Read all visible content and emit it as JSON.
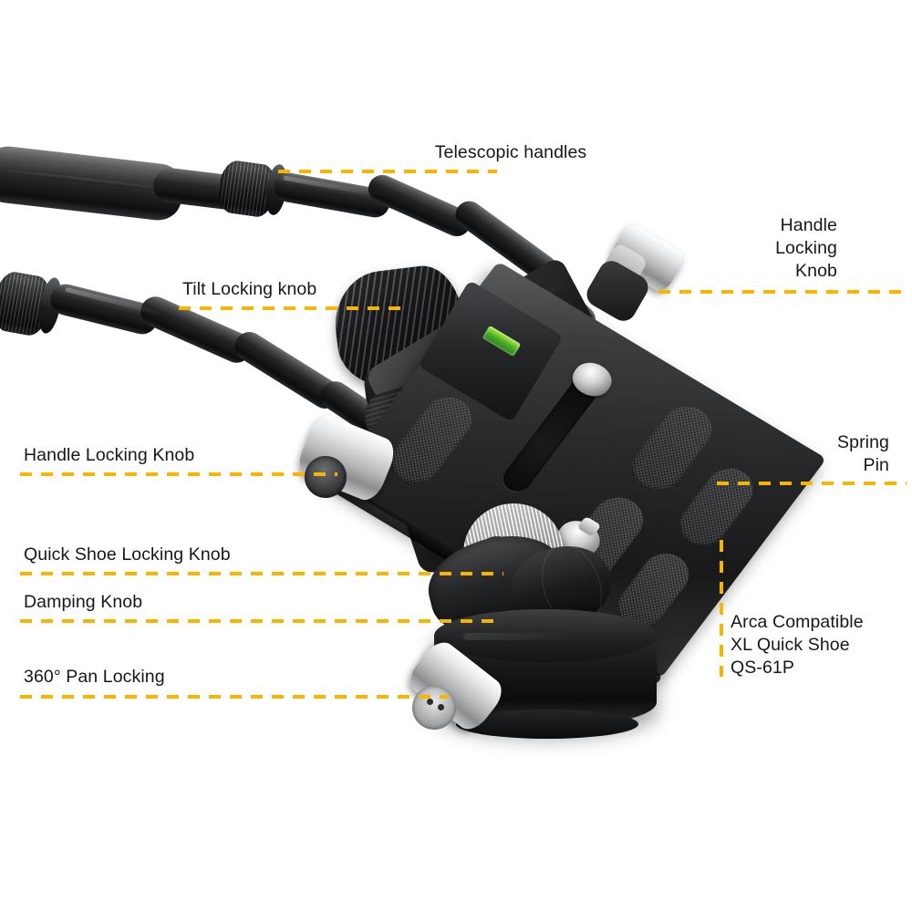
{
  "diagram": {
    "title": "Video Fluid Head — Annotated Parts Diagram",
    "accent_color": "#F7B500",
    "text_color": "#171717",
    "background_color": "#FFFFFF"
  },
  "callouts": [
    {
      "id": "telescopic-handles",
      "text": "Telescopic handles",
      "align": "center",
      "leader": "horizontal"
    },
    {
      "id": "handle-locking-knob-top",
      "text": "Handle\nLocking\nKnob",
      "align": "right",
      "leader": "horizontal"
    },
    {
      "id": "tilt-locking-knob",
      "text": "Tilt Locking knob",
      "align": "left",
      "leader": "horizontal"
    },
    {
      "id": "handle-locking-knob-left",
      "text": "Handle Locking Knob",
      "align": "left",
      "leader": "horizontal"
    },
    {
      "id": "spring-pin",
      "text": "Spring\nPin",
      "align": "right",
      "leader": "horizontal"
    },
    {
      "id": "quick-shoe-locking-knob",
      "text": "Quick Shoe Locking Knob",
      "align": "left",
      "leader": "horizontal"
    },
    {
      "id": "damping-knob",
      "text": "Damping Knob",
      "align": "left",
      "leader": "horizontal"
    },
    {
      "id": "arca-quick-shoe",
      "text": "Arca Compatible\nXL Quick Shoe\nQS-61P",
      "align": "left",
      "leader": "vertical"
    },
    {
      "id": "pan-locking",
      "text": "360° Pan Locking",
      "align": "left",
      "leader": "horizontal"
    }
  ],
  "product": {
    "name": "Fluid video head with telescopic pan handles",
    "parts": [
      "telescopic-handle-upper",
      "telescopic-handle-lower",
      "tilt-locking-knob",
      "handle-locking-knob-top",
      "handle-locking-knob-left",
      "quick-release-plate",
      "bubble-level",
      "spring-pin",
      "quick-shoe-locking-knob",
      "damping-knob",
      "pan-locking-lever",
      "base-platform"
    ]
  }
}
